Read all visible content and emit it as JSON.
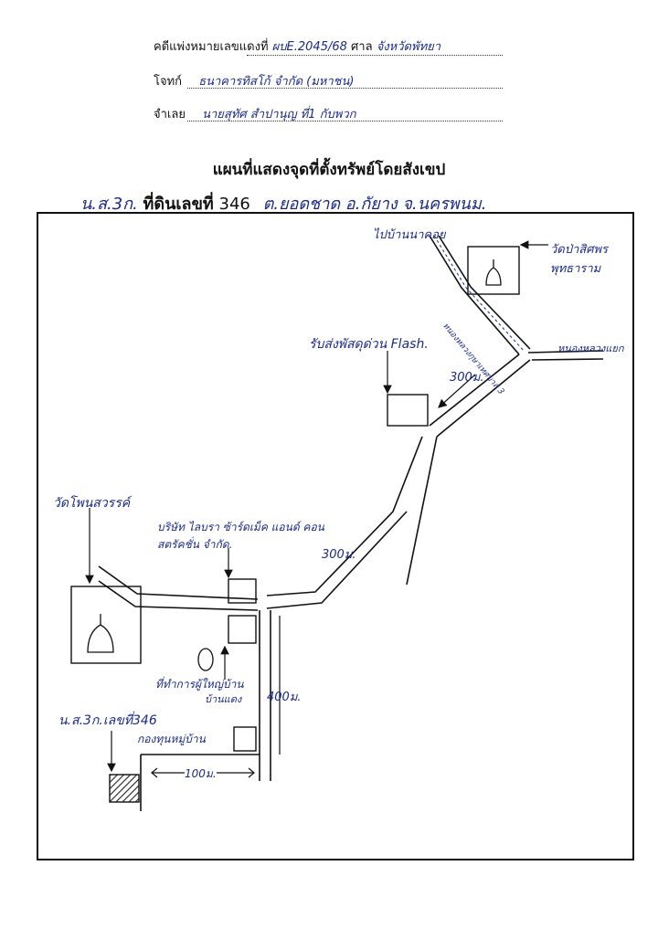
{
  "header": {
    "case_label": "คดีแพ่งหมายเลขแดงที่",
    "case_no": "ผบE.2045/68",
    "court_label": "ศาล",
    "court": "จังหวัดพัทยา",
    "plaintiff_label": "โจทก์",
    "plaintiff": "ธนาคารทิสโก้ จำกัด (มหาชน)",
    "defendant_label": "จำเลย",
    "defendant": "นายสุทัศ สำปานุญ ที่1 กับพวก"
  },
  "title": "แผนที่แสดงจุดที่ตั้งทรัพย์โดยสังเขป",
  "land": {
    "prefix": "น.ส.3ก.",
    "label": "ที่ดินเลขที่",
    "number": "346",
    "location": "ต.ยอดชาด อ.กัยาง จ.นครพนม."
  },
  "map": {
    "labels": {
      "to_village": "ไปบ้านนาคอย",
      "temple_ne": "วัดป่าสิศพร พุทธาราม",
      "road_ne": "หนองหลวงกุษาเทศบาล 3",
      "road_e": "หนองหลวงแยก",
      "flash": "รับส่งพัสดุด่วน Flash.",
      "dist_300_upper": "300ม.",
      "temple_w": "วัดโพนสวรรค์",
      "company": "บริษัท ไลบรา ซ้าร์ดเม็ค แอนด์ คอนสตรัคชั่น จำกัด.",
      "dist_300_lower": "300ม.",
      "village_office": "ที่ทำการผู้ใหญ่บ้าน",
      "village_office_2": "บ้านแดง",
      "dist_400": "400ม.",
      "parcel": "น.ส.3ก.เลขที่346",
      "shop": "กองทุนหมู่บ้าน",
      "dist_100": "100ม."
    }
  },
  "colors": {
    "ink": "#111111",
    "pen": "#1a2a8c",
    "hatch": "#222222"
  }
}
